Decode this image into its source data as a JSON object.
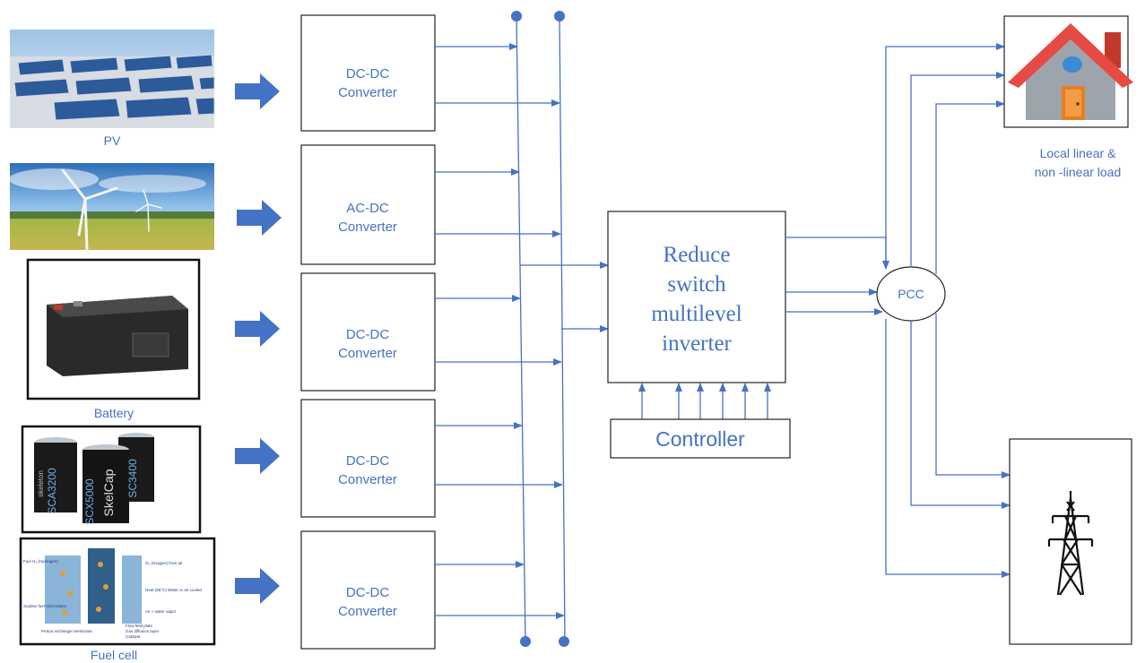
{
  "sources": [
    {
      "id": "pv",
      "label": "PV",
      "converter": [
        "DC-DC",
        "Converter"
      ]
    },
    {
      "id": "wind",
      "label": "",
      "converter": [
        "AC-DC",
        "Converter"
      ]
    },
    {
      "id": "battery",
      "label": "Battery",
      "converter": [
        "DC-DC",
        "Converter"
      ]
    },
    {
      "id": "supercap",
      "label": "",
      "converter": [
        "DC-DC",
        "Converter"
      ]
    },
    {
      "id": "fuelcell",
      "label": "Fuel cell",
      "converter": [
        "DC-DC",
        "Converter"
      ]
    }
  ],
  "inverter": {
    "lines": [
      "Reduce",
      "switch",
      "multilevel",
      "inverter"
    ]
  },
  "controller": {
    "label": "Controller"
  },
  "pcc": {
    "label": "PCC"
  },
  "load": {
    "lines": [
      "Local linear &",
      "non -linear load"
    ]
  },
  "supercap_labels": [
    "SCA3200",
    "SCX5000",
    "SC3400",
    "SkelCap",
    "skeleton"
  ],
  "fuelcell_labels": [
    "Fuel H₂ (Hydrogen)",
    "Surplus fuel recirculates",
    "O₂ (Oxygen) from air",
    "Heat (85°C) Water or air cooled",
    "Air + water vapor",
    "Proton exchange membrane",
    "Flow field plate",
    "Gas diffusion layer",
    "Catalyst"
  ],
  "colors": {
    "accent": "#4472c4",
    "arrow": "#4472c4",
    "roof": "#e64a45",
    "wall": "#9ea4ab",
    "door": "#e67e22",
    "chimney": "#c0392b"
  }
}
